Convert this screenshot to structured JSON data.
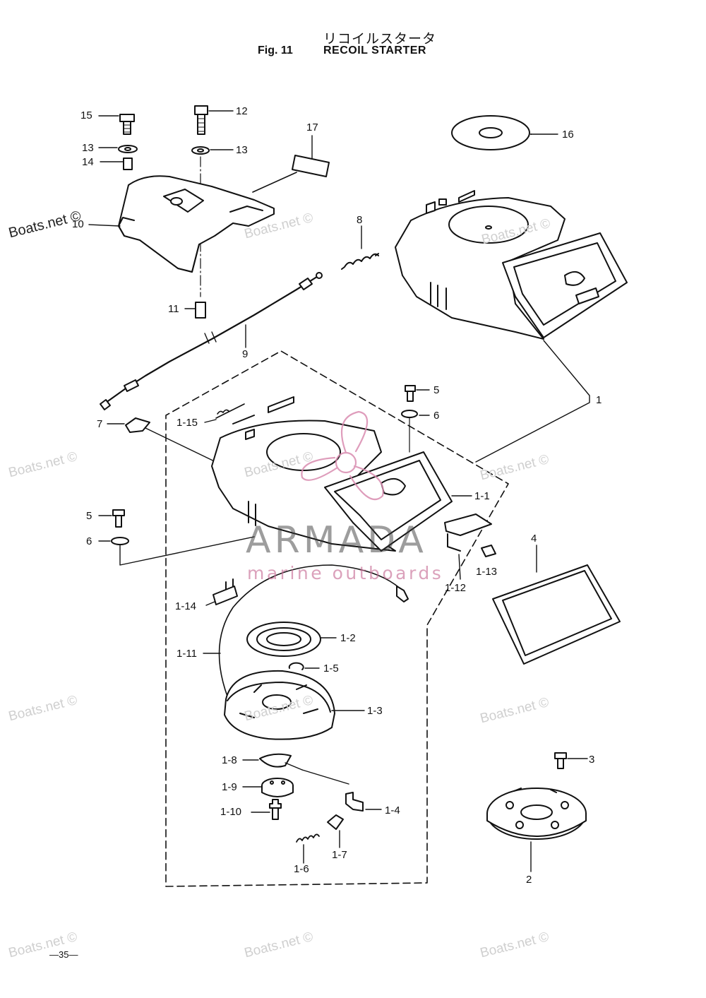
{
  "header": {
    "title_jp": "リコイルスタータ",
    "fig": "Fig. 11",
    "title_en": "RECOIL STARTER"
  },
  "callouts": {
    "c15": "15",
    "c12": "12",
    "c17": "17",
    "c16": "16",
    "c13a": "13",
    "c13b": "13",
    "c14": "14",
    "c10": "10",
    "c8": "8",
    "c11": "11",
    "c9": "9",
    "c1": "1",
    "c5a": "5",
    "c6a": "6",
    "c7": "7",
    "c1_15": "1-15",
    "c1_1": "1-1",
    "c5b": "5",
    "c6b": "6",
    "c4": "4",
    "c1_13": "1-13",
    "c1_12": "1-12",
    "c1_14": "1-14",
    "c1_2": "1-2",
    "c1_11": "1-11",
    "c1_5": "1-5",
    "c1_3": "1-3",
    "c1_8": "1-8",
    "c1_9": "1-9",
    "c1_10": "1-10",
    "c1_4": "1-4",
    "c1_7": "1-7",
    "c1_6": "1-6",
    "c3": "3",
    "c2": "2"
  },
  "watermarks": {
    "w1": "Boats.net ©",
    "w2": "Boats.net ©",
    "w3": "Boats.net ©",
    "w4": "Boats.net ©",
    "w5": "Boats.net ©",
    "w6": "Boats.net ©",
    "w7": "Boats.net ©",
    "w8": "Boats.net ©",
    "w9": "Boats.net ©",
    "w10": "Boats.net ©",
    "w11": "Boats.net ©",
    "w12": "Boats.net ©"
  },
  "brand": {
    "name": "ARMADA",
    "tagline": "marine outboards"
  },
  "page_number": "—35—",
  "colors": {
    "ink": "#111111",
    "watermark": "#cfcfcf",
    "brand_pink": "#d98cb0"
  },
  "icons": [
    "recoil-starter-housing",
    "armada-propeller-logo"
  ]
}
